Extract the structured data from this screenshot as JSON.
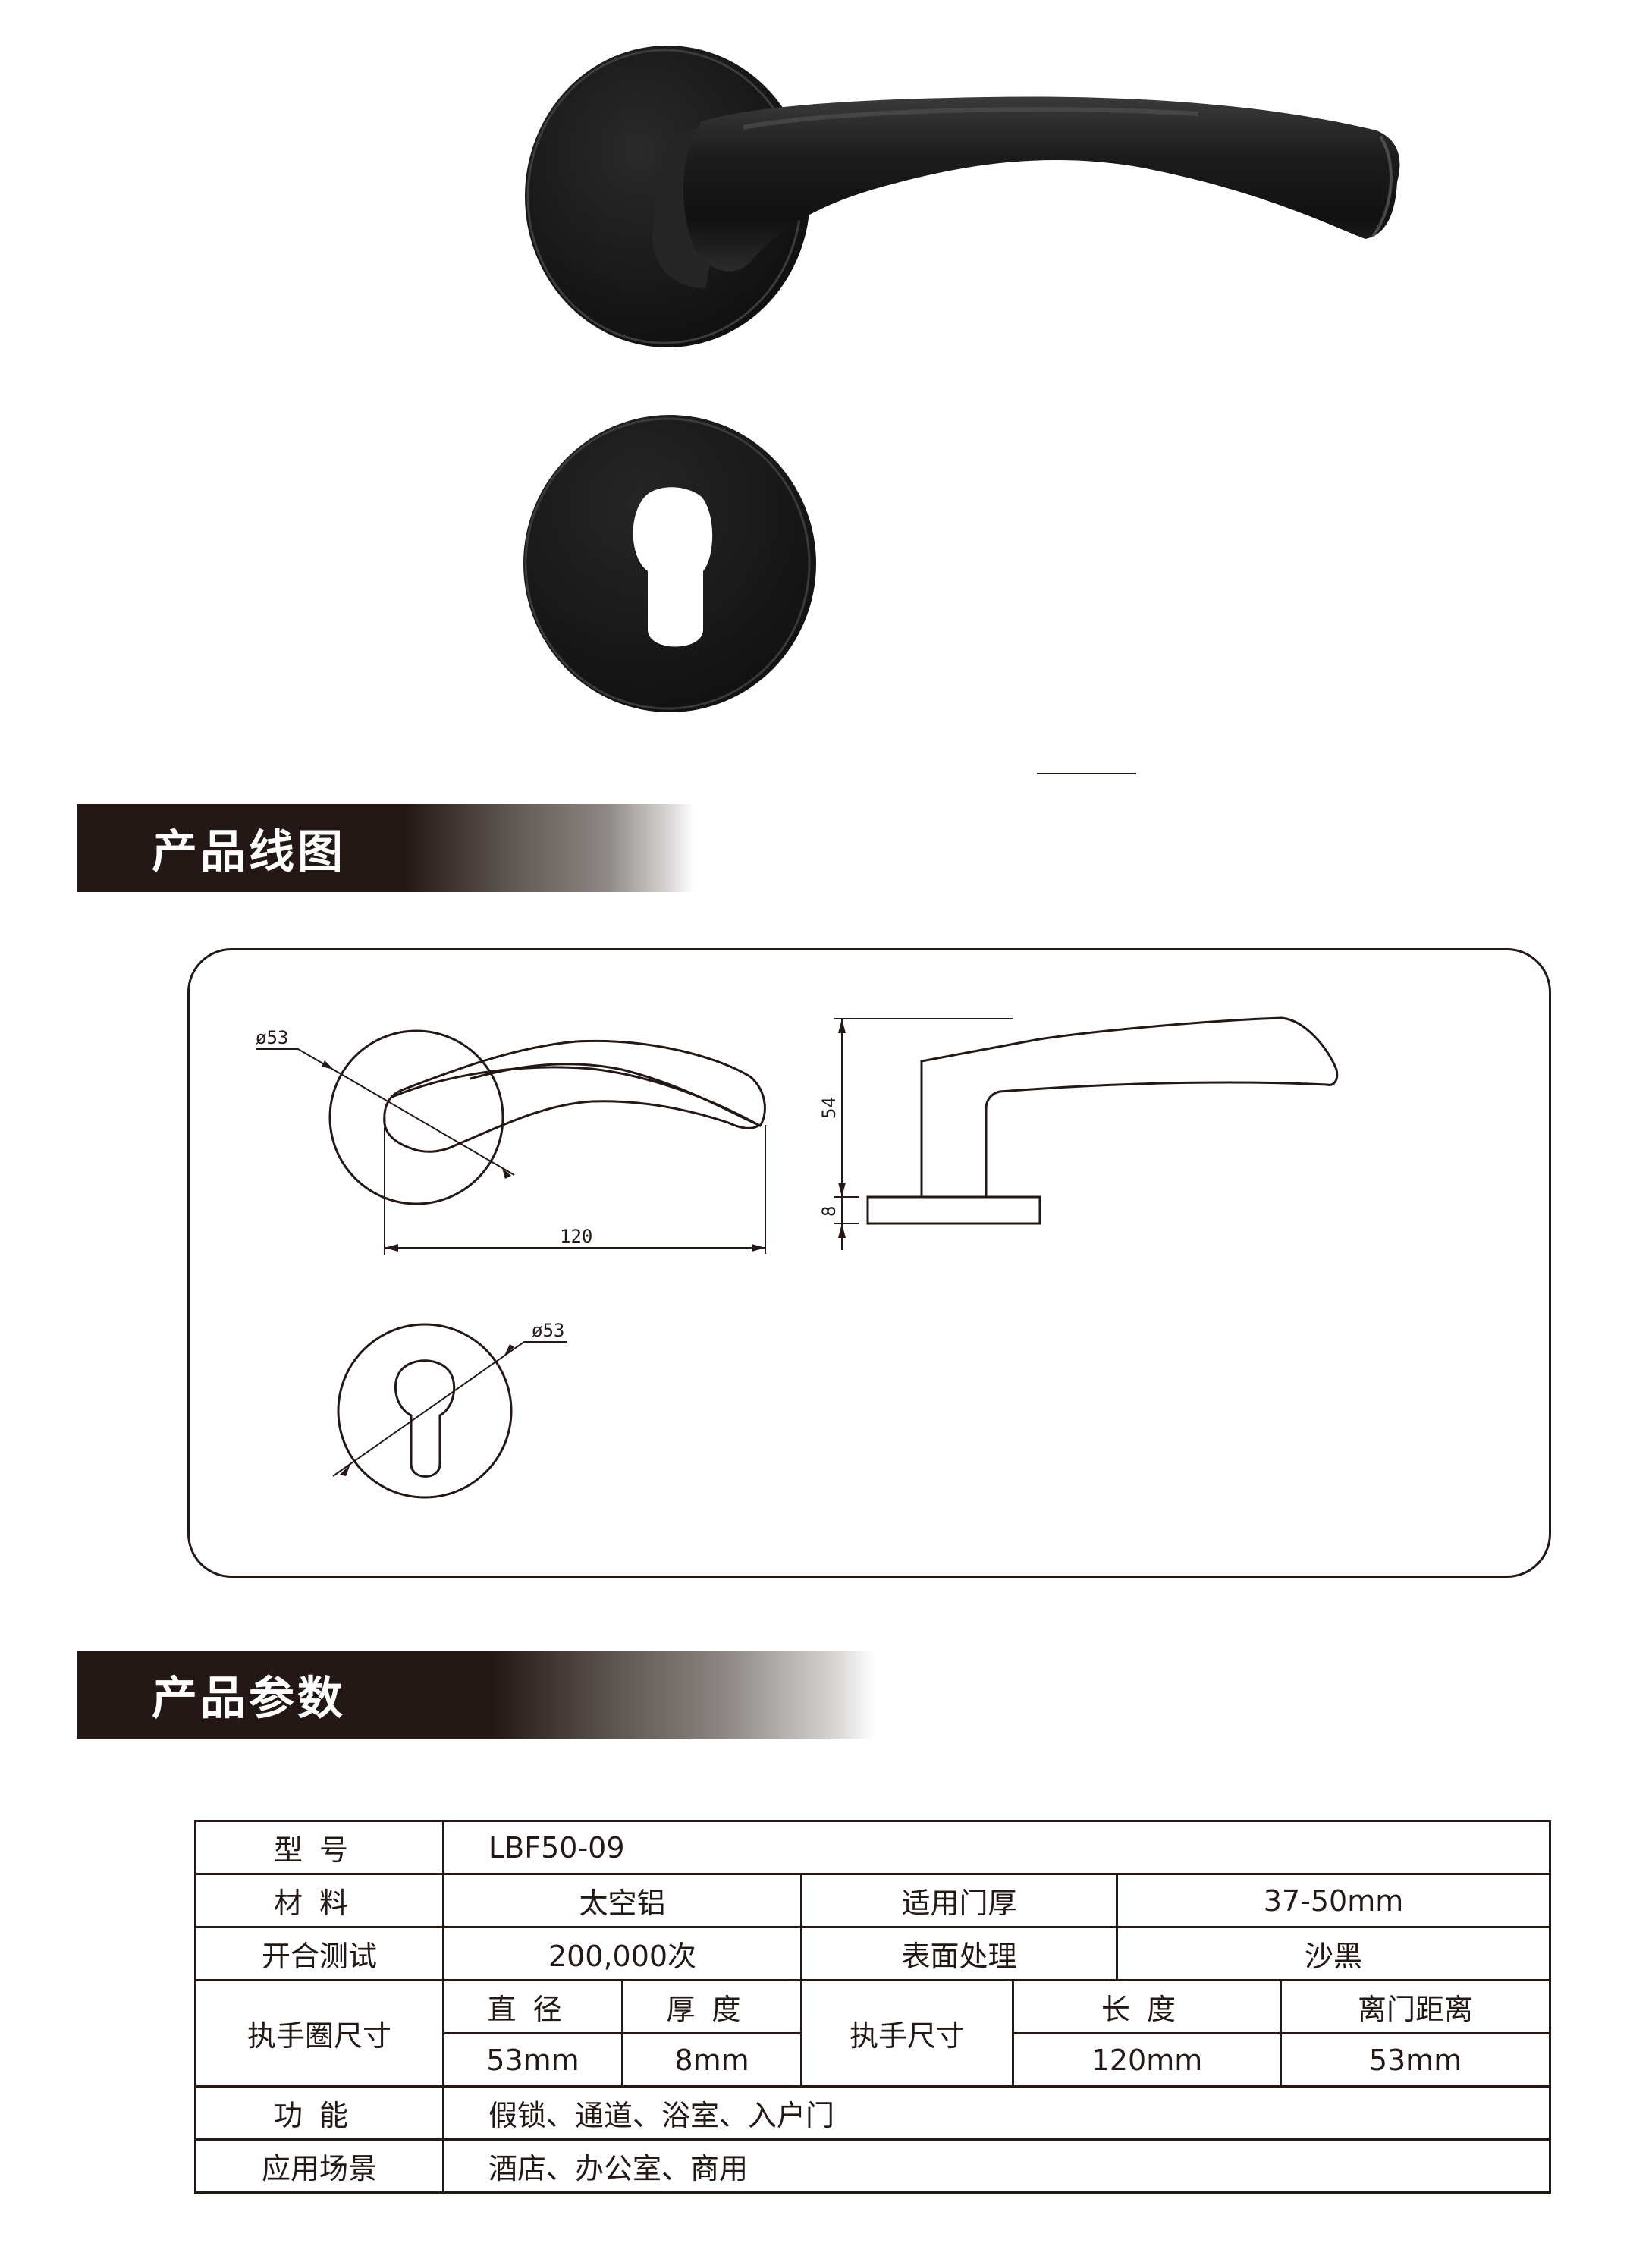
{
  "photos": {
    "lever_handle": {
      "name": "lever-handle-photo",
      "finish_color": "#1a1a1a"
    },
    "escutcheon": {
      "name": "escutcheon-photo",
      "finish_color": "#1a1a1a"
    }
  },
  "sections": {
    "line_drawing": {
      "title": "产品线图"
    },
    "parameters": {
      "title": "产品参数"
    }
  },
  "drawing": {
    "front_view": {
      "diameter_label": "ø53",
      "length_label": "120"
    },
    "side_view": {
      "height_label": "54",
      "rose_thickness_label": "8"
    },
    "escutcheon_view": {
      "diameter_label": "ø53"
    }
  },
  "colors": {
    "banner_dark": "#231815",
    "line": "#231815",
    "background": "#ffffff"
  },
  "spec_table": {
    "model": {
      "label": "型号",
      "value": "LBF50-09"
    },
    "material": {
      "label": "材料",
      "value": "太空铝"
    },
    "door_thickness": {
      "label": "适用门厚",
      "value": "37-50mm"
    },
    "cycle_test": {
      "label": "开合测试",
      "value": "200,000次"
    },
    "surface": {
      "label": "表面处理",
      "value": "沙黑"
    },
    "rose_size": {
      "label": "执手圈尺寸",
      "diameter": {
        "label": "直径",
        "value": "53mm"
      },
      "thickness": {
        "label": "厚度",
        "value": "8mm"
      }
    },
    "handle_size": {
      "label": "执手尺寸",
      "length": {
        "label": "长度",
        "value": "120mm"
      },
      "door_distance": {
        "label": "离门距离",
        "value": "53mm"
      }
    },
    "function": {
      "label": "功能",
      "value": "假锁、通道、浴室、入户门"
    },
    "application": {
      "label": "应用场景",
      "value": "酒店、办公室、商用"
    }
  }
}
